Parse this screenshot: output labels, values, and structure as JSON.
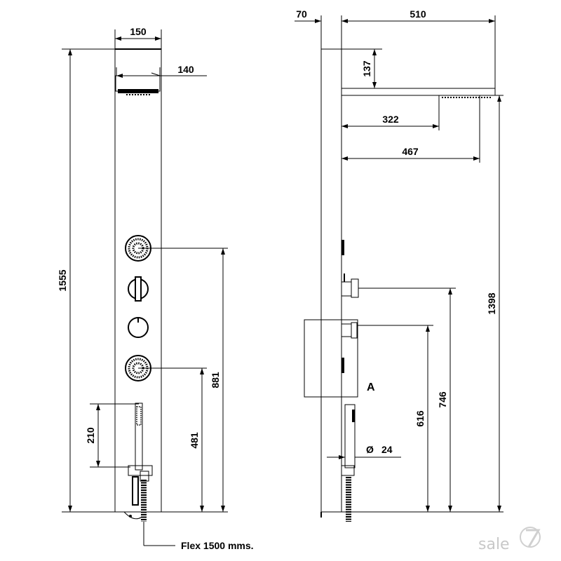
{
  "dimensions": {
    "front_width": "150",
    "head_width": "140",
    "total_height": "1555",
    "lower_jet_height": "881",
    "hand_holder_height": "481",
    "hand_shower_length": "210",
    "side_depth": "70",
    "arm_length": "510",
    "arm_height": "137",
    "head_center_offset": "322",
    "head_far_edge": "467",
    "head_height": "1398",
    "mixer_height": "746",
    "box_height": "616",
    "diameter_symbol": "Ø",
    "diameter_value": "24"
  },
  "labels": {
    "box_label": "A",
    "flex_note": "Flex 1500 mms."
  },
  "watermark": {
    "text": "sale"
  }
}
